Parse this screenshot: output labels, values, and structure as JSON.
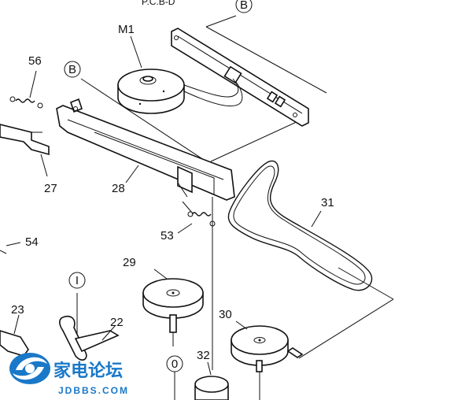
{
  "labels": {
    "pcb": "P.C.B-D",
    "b_top": "B",
    "m1": "M1",
    "p56": "56",
    "b_left": "B",
    "p27": "27",
    "p28": "28",
    "p31": "31",
    "p53": "53",
    "p54": "54",
    "p29": "29",
    "circle_1": "I",
    "p23": "23",
    "p22": "22",
    "p30": "30",
    "circle_0": "0",
    "p32": "32"
  },
  "watermark": {
    "title": "家电论坛",
    "url": "JDBBS.COM",
    "color": "#1a78c8"
  }
}
